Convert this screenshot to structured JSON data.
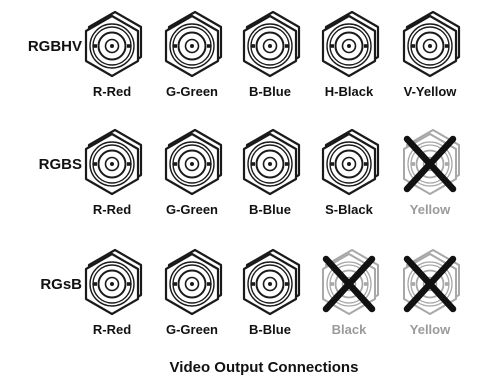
{
  "colors": {
    "active_stroke": "#1a1a1a",
    "unused_stroke": "#9a9a9a",
    "cross": "#111111",
    "label_active": "#111111",
    "label_unused": "#9a9a9a"
  },
  "rows": [
    {
      "label": "RGBHV",
      "connectors": [
        {
          "label": "R-Red",
          "state": "active",
          "icon": "bnc-connector-icon"
        },
        {
          "label": "G-Green",
          "state": "active",
          "icon": "bnc-connector-icon"
        },
        {
          "label": "B-Blue",
          "state": "active",
          "icon": "bnc-connector-icon"
        },
        {
          "label": "H-Black",
          "state": "active",
          "icon": "bnc-connector-icon"
        },
        {
          "label": "V-Yellow",
          "state": "active",
          "icon": "bnc-connector-icon"
        }
      ]
    },
    {
      "label": "RGBS",
      "connectors": [
        {
          "label": "R-Red",
          "state": "active",
          "icon": "bnc-connector-icon"
        },
        {
          "label": "G-Green",
          "state": "active",
          "icon": "bnc-connector-icon"
        },
        {
          "label": "B-Blue",
          "state": "active",
          "icon": "bnc-connector-icon"
        },
        {
          "label": "S-Black",
          "state": "active",
          "icon": "bnc-connector-icon"
        },
        {
          "label": "Yellow",
          "state": "unused",
          "icon": "crossed-out-connector-icon"
        }
      ]
    },
    {
      "label": "RGsB",
      "connectors": [
        {
          "label": "R-Red",
          "state": "active",
          "icon": "bnc-connector-icon"
        },
        {
          "label": "G-Green",
          "state": "active",
          "icon": "bnc-connector-icon"
        },
        {
          "label": "B-Blue",
          "state": "active",
          "icon": "bnc-connector-icon"
        },
        {
          "label": "Black",
          "state": "unused",
          "icon": "crossed-out-connector-icon"
        },
        {
          "label": "Yellow",
          "state": "unused",
          "icon": "crossed-out-connector-icon"
        }
      ]
    }
  ],
  "caption": "Video Output Connections"
}
